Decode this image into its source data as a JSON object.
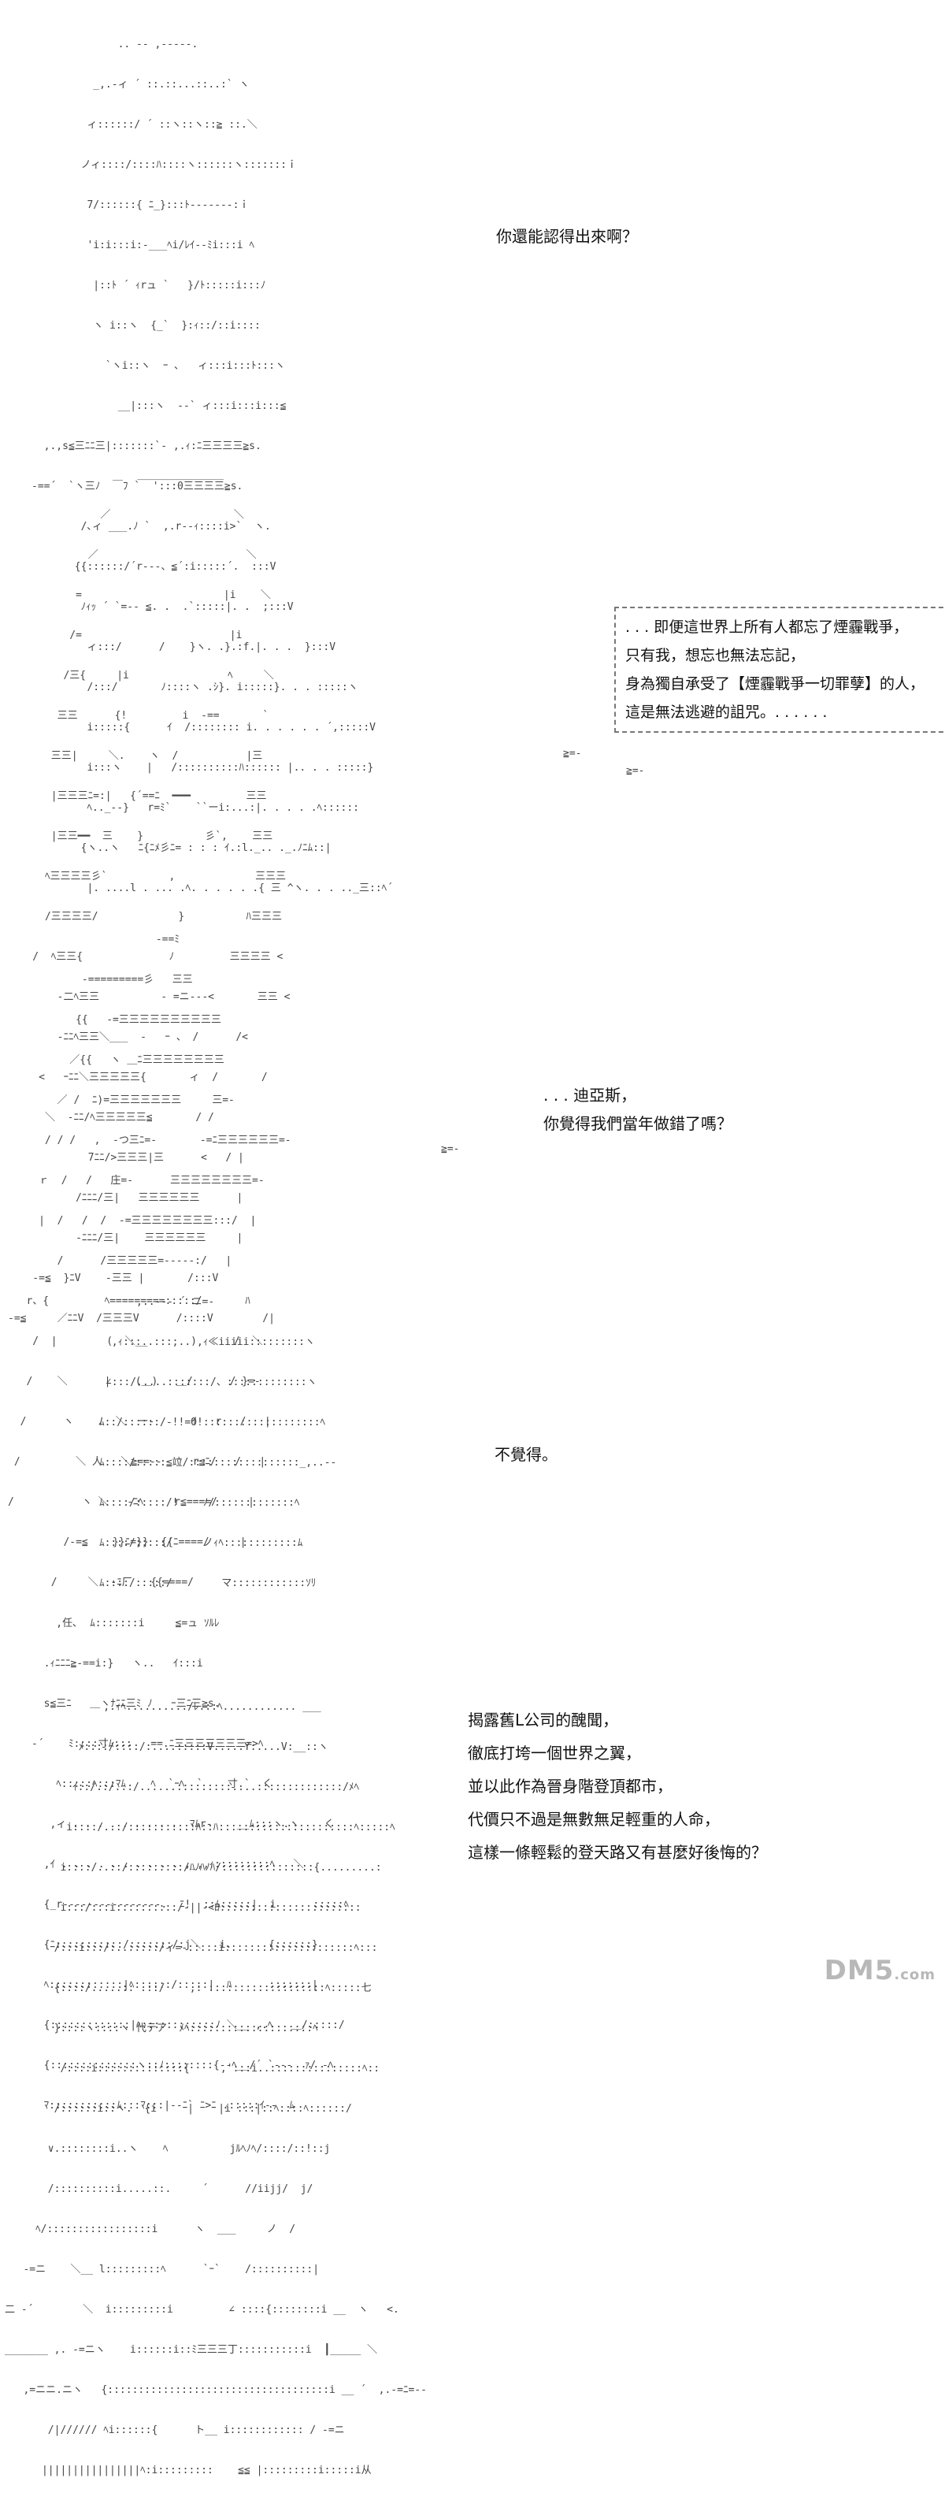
{
  "panels": [
    {
      "art": [
        "              .. -- ,-----.",
        "          _,.-ィ ´ ::.::...::..:` ヽ",
        "         ィ::::::/ ´ ::ヽ::ヽ::≧ ::.＼",
        "        ノィ::::/::::ﾊ::::ヽ::::::ヽ:::::::ｉ",
        "         7/::::::{ ﾆ_}:::ﾄ-------:ｉ",
        "         'i:i:::i:-___ﾍi/ﾚｲ--ﾐi:::i ﾍ",
        "          |::ﾄ ´ ｨrュ `   }/ﾄ:::::i:::ﾉ",
        "          ヽ i::ヽ  {_`  }:ｨ::/::i::::",
        "            `ヽi::ヽ  ｰ ､   ィ:::i:::ﾄ:::ヽ",
        "              __|:::ヽ  --` ィ:::i:::i:::≦",
        "  ,.,s≦三ﾆﾆ三|:::::::`- ,.ｨ:ﾆ三三三三≧s.",
        "-==´  `ヽ三ﾉ  ￣ﾌ `  ':::0三三三三≧s.",
        "        /､ィ ___.ﾉ `  ,.r--ｨ::::i>`  ヽ.",
        "       {{::::::/´r---、≦´:i:::::´.  :::V",
        "        ﾉｨｯ ´ `=-- ≦. .  .`:::::|. .  ;:::V",
        "         ィ:::/      /    }ヽ. .}.:f.|. . .  }:::V",
        "         /:::/       ﾉ::::ヽ .ｼ}. i:::::}. . . :::::ヽ",
        "         i:::::{      ｲ  /:::::::: i. . . . . . ´,:::::V",
        "         i:::ヽ    |   /::::::::::ﾊ:::::: |.. . . :::::}",
        "         ﾍ.._--}   r=ﾐ`    ``ーi:...:|. . . . .ﾍ::::::",
        "        {ヽ..ヽ   ﾆ{ﾆﾒ彡ﾆ= : : : ｲ.:l._.. ._.ﾉﾆﾑ::|",
        "         |. ....l . ... .ﾍ. . . . . .{ 三 ^ヽ. . . .._三::ﾍ´"
      ],
      "lines": [
        "你還能認得出來啊？"
      ]
    },
    {
      "art": [
        "                     ______________",
        "               ／                    ＼",
        "             ／                        ＼",
        "           =                       |i    ＼",
        "          /=                        |i",
        "         /三{     |i                ﾍ     ＼",
        "        三三      {!         i  -==       `",
        "       三三|     ＼.    ヽ  /           |三",
        "       |三三三ﾆ=:|   {´==ﾆ  ━━━         三三",
        "       |三三━━  三    }          彡`,    三三",
        "      ﾍ三三三三彡`          ,             三三三",
        "      /三三三三/             }          ﾊ三三三",
        "    /  ﾍ三三{              ﾉ         三三三三 <",
        "        -二ﾍ三三          - =ニ---<       三三 <",
        "        -ﾆﾆﾍ三三＼___  -   ｰ 、 /      /<",
        "     <   ｰﾆﾆ＼三三三三三{       ィ  /       /",
        "      ＼  -ﾆﾆ/ﾍ三三三三三≦       / /",
        "             7ﾆﾆ/>三三三|三      <   / |",
        "           /ﾆﾆﾆ/三|   三三三三三三      |",
        "           -ﾆﾆﾆ/三|    三三三三三三     |",
        "    -=≦  }ﾆV    -三三 |       /:::V",
        "-=≦     ／ﾆﾆV  /三三三V      /::::V        /|"
      ],
      "boxed_lines": [
        ". . . 即便這世界上所有人都忘了煙霾戰爭，",
        "只有我，想忘也無法忘記，",
        "身為獨自承受了【煙霾戰爭一切罪孽】的人，",
        "這是無法逃避的詛咒。. . . . . ."
      ],
      "side_marks": [
        "≧=-",
        "≧=-"
      ]
    },
    {
      "art": [
        "                        -==ﾐ",
        "            -=========彡   三三",
        "           {{   -=三三三三三三三三三三",
        "          ／{{   ヽ ＿ﾆ三三三三三三三三",
        "        ／ /  ﾆ)=三三三三三三三     三=-",
        "      / / /   ,  -つ三ﾆ=-       -=ﾆ三三三三三三=-",
        "     ｒ  /   /   庄=-      三三三三三三三三=-",
        "     |  /   /  /  -=三三三三三三三三:::/  |",
        "        /      /三三三三三=-----:/   |",
        "   r、{         ﾍ=========:::::/       ﾊ",
        "    /  |        (  ＼__       )      /  ＼",
        "   /    ＼      |    (＿)   ＿/      / }=-",
        "  /      ヽ    ﾉ  ＼  ー-      ｲ   r   /   |",
        " /         ＼ 人   ＼≧==--     r≦ﾆ/   /   |",
        "/           ヽ ＼   -ﾆﾍ     r≦====/     |",
        "         /-=≦    }}ﾆ=}}  {{ﾆ====/     |",
        "       /     ＼  -ﾆ厂   {{====/"
      ],
      "lines": [
        ". . . 迪亞斯，",
        "你覺得我們當年做錯了嗎？"
      ],
      "side_marks": [
        "≧=-"
      ]
    },
    {
      "art": [
        "                 ,..--‐ ´ ニ=-",
        "             ,ｨ:::..:::;.. ,ｨ≪iiiii:::::::::ヽ",
        "            ∠:::/.....:::::::/、:::::::::::::ヽ",
        "           ﾑ::/::::::/-!!=O!:::::::::::::::::::ﾍ",
        "           ﾑ::::/:::::≦竝/::::::::::::::::::_,..--",
        "           ﾑ::::/:::::/!    ﾉ/:::::::::::::ﾍ",
        "           ﾑ::::/:::::/     ノｨﾍ::::::::::::ﾑ",
        "           ﾑ::::/:::::/        マ::::::::::::ｿﾘ",
        "    ,任､  ﾑ:::::::i     ≦=ュ ｿﾙﾚ",
        "  .ｨﾆﾆﾆ≧-==i:}   ヽ..   ｲ:::i",
        "  s≦三ﾆ   ＿ヽﾅﾆﾆ三ﾐ ﾉ   ｰ三ﾆ三≧s.",
        "‐´    ﾐ::::寸ﾑ:::   ==.ﾆ三三三三三三三=>ﾍ",
        "    ﾍ:::::ﾍ:::ﾏﾑ    ﾍ  `ｰﾍ  `    寸.`  く",
        "   ,ィ . . . . . . . . .  ﾏﾑr-    __ﾑ:::ヽ.ヽ    く",
        "  ,ｲ . . . . . . . . . . ,_,,ｨ:::::::::ﾍ   ＼",
        "  {_r----------------.  ﾆ!  ::ﾑ:::::|  i      :::::ﾍ",
        "  {ﾆ:::::::::::/:::::::/:j＼   i.      {::::::}",
        "  ﾍ::::::::::::|ﾍ::::::/:::::|  ﾊ      :::::::|",
        "  {:::::::::::::|ﾍ::::::::::::ﾉ ＼__ ,.ﾍ   ＿/:::::/",
        "  {::::::::::::::ヽ::ﾉ::::::::{--ﾍ__/´ `---  ｧ/ ‐ﾍ",
        "  ﾏ:::::::::::ﾑ:::ﾏ:::|--ﾆ` ﾆ>ﾆ .:::::ｲ--  ﾑ"
      ],
      "lines": [
        "不覺得。"
      ]
    },
    {
      "art": [
        "                ,.ｨﾍ........../ﾚ.::ﾍ............ ___",
        "            ﾒ::::/::::/:....:::::V.....Y:....V:__::ヽ",
        "           ｲ::/.:/..:/......:::::::::....::::::::::::::/ﾒﾍ",
        "          i::::/..:/:::::::::::ﾊ::ﾊ::::::::::::::::::::::ﾍ:::::ﾍ",
        "         i::::/..::/:::::::::/ﾊﾉﾊﾉﾊ/:::::::::::::::{.........:",
        "         i:::/:::i::::::::::/-||-<ﾛ:::::::::::::::::::::::",
        "        /:::i:::/:..:::::/ィ=-:::::i:::::::::::::::::::::ﾍ:::",
        "        {::::/.....:: .::/    ,: :::::::::::::::::::ﾍ:::::七",
        "        }::::ヽ::::ヽ 代テア  ﾒﾍ::::::::::::::::::::ﾍ",
        "         /::::i::::::::::::::{     ,':::i..:::::::::::::::ﾍ::",
        "        /::::::i::ヽ.  {i     |    |i :::|::ﾍ::::ﾍ::::::/",
        "       ∨.::::::::i..ヽ    ﾍ          jﾙﾍﾉﾍ/::::/::!::j",
        "       /::::::::::i.....::.     ´      //iijj/  j/",
        "     ﾍ/:::::::::::::::::i      ヽ  ___     ノ  /",
        "   -=ニ    ＼__ l:::::::::ﾍ      `ｰ`    /::::::::::|",
        "二 ‐´        ＼  i:::::::::i         ∠ ::::{::::::::i __  ヽ   <.",
        "_______ ,. -=ニヽ    i::::::i::ﾐ三三三丁:::::::::::i  ┃_____ ＼",
        "   ,=ニニ.ニヽ   {::::::::::::::::::::::::::::::::::::i __ ´  ,.-=ﾆ=--",
        "       /|////// ﾍi::::::{      ト__ i:::::::::::: / -=ニ",
        "      ||||||||||||||||ﾍ:i:::::::::    ≦≦ |:::::::::i:::::i从"
      ],
      "lines": [
        "揭露舊L公司的醜聞，",
        "徹底打垮一個世界之翼，",
        "並以此作為晉身階登頂都市，",
        "代價只不過是無數無足輕重的人命，",
        "這樣一條輕鬆的登天路又有甚麼好後悔的？"
      ]
    }
  ],
  "watermark": {
    "main": "DM5",
    "suffix": ".com"
  }
}
